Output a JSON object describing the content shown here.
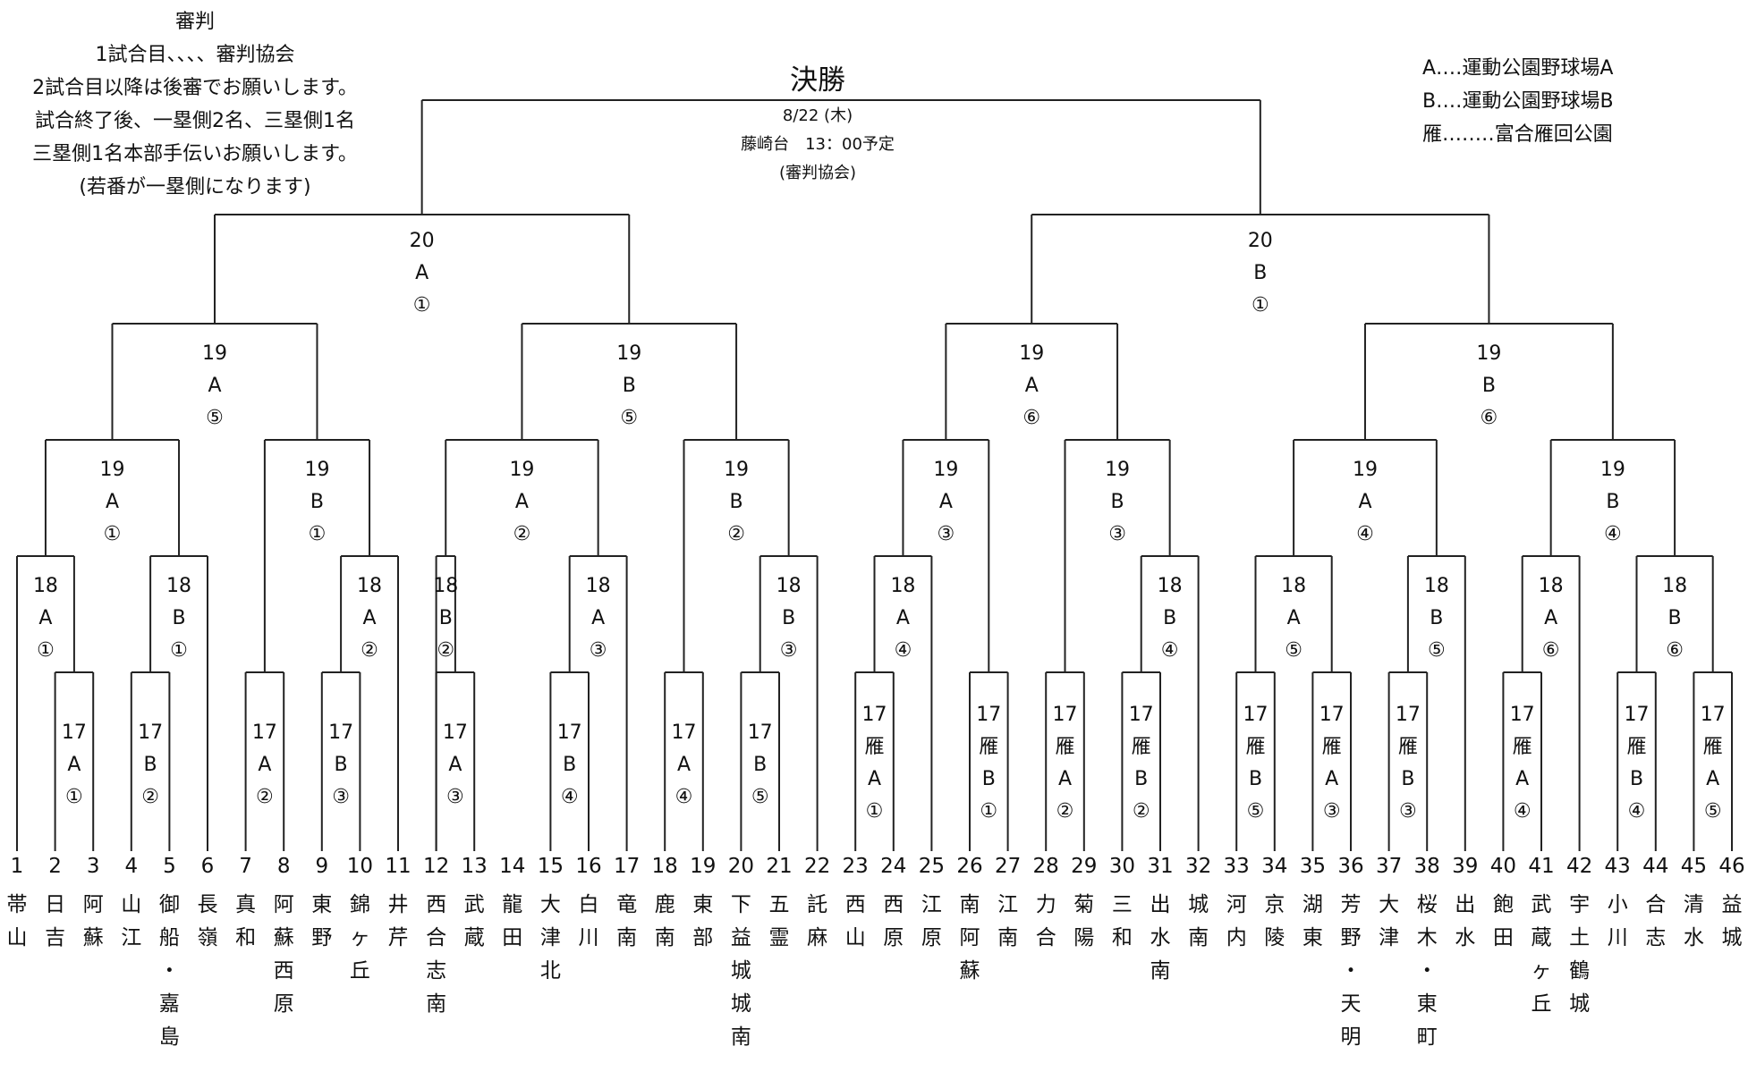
{
  "notes": {
    "lines": [
      "審判",
      "1試合目、、、、審判協会",
      "2試合目以降は後審でお願いします。",
      "試合終了後、一塁側2名、三塁側1名",
      "三塁側1名本部手伝いお願いします。",
      "(若番が一塁側になります)"
    ]
  },
  "legend": {
    "lines": [
      "A‥‥運動公園野球場A",
      "B‥‥運動公園野球場B",
      "雁‥‥‥‥富合雁回公園"
    ]
  },
  "final": {
    "title": "決勝",
    "date": "8/22 (木)",
    "venue_time": "藤崎台　13：00予定",
    "umpire": "(審判協会)"
  },
  "matches": [
    {
      "id": "s1",
      "lines": [
        "20",
        "A",
        "①"
      ]
    },
    {
      "id": "s2",
      "lines": [
        "20",
        "B",
        "①"
      ]
    },
    {
      "id": "q1",
      "lines": [
        "19",
        "A",
        "⑤"
      ]
    },
    {
      "id": "q2",
      "lines": [
        "19",
        "B",
        "⑤"
      ]
    },
    {
      "id": "q3",
      "lines": [
        "19",
        "A",
        "⑥"
      ]
    },
    {
      "id": "q4",
      "lines": [
        "19",
        "B",
        "⑥"
      ]
    },
    {
      "id": "r1",
      "lines": [
        "19",
        "A",
        "①"
      ]
    },
    {
      "id": "r2",
      "lines": [
        "19",
        "B",
        "①"
      ]
    },
    {
      "id": "r3",
      "lines": [
        "19",
        "A",
        "②"
      ]
    },
    {
      "id": "r4",
      "lines": [
        "19",
        "B",
        "②"
      ]
    },
    {
      "id": "r5",
      "lines": [
        "19",
        "A",
        "③"
      ]
    },
    {
      "id": "r6",
      "lines": [
        "19",
        "B",
        "③"
      ]
    },
    {
      "id": "r7",
      "lines": [
        "19",
        "A",
        "④"
      ]
    },
    {
      "id": "r8",
      "lines": [
        "19",
        "B",
        "④"
      ]
    },
    {
      "id": "u1",
      "lines": [
        "18",
        "A",
        "①"
      ]
    },
    {
      "id": "u2",
      "lines": [
        "18",
        "B",
        "①"
      ]
    },
    {
      "id": "u3",
      "lines": [
        "18",
        "A",
        "②"
      ]
    },
    {
      "id": "u4",
      "lines": [
        "18",
        "B",
        "②"
      ]
    },
    {
      "id": "u5",
      "lines": [
        "18",
        "A",
        "③"
      ]
    },
    {
      "id": "u6",
      "lines": [
        "18",
        "B",
        "③"
      ]
    },
    {
      "id": "u7",
      "lines": [
        "18",
        "A",
        "④"
      ]
    },
    {
      "id": "u8",
      "lines": [
        "18",
        "B",
        "④"
      ]
    },
    {
      "id": "u9",
      "lines": [
        "18",
        "A",
        "⑤"
      ]
    },
    {
      "id": "u10",
      "lines": [
        "18",
        "B",
        "⑤"
      ]
    },
    {
      "id": "u11",
      "lines": [
        "18",
        "A",
        "⑥"
      ]
    },
    {
      "id": "u12",
      "lines": [
        "18",
        "B",
        "⑥"
      ]
    },
    {
      "id": "f1",
      "lines": [
        "17",
        "A",
        "①"
      ]
    },
    {
      "id": "f2",
      "lines": [
        "17",
        "B",
        "②"
      ]
    },
    {
      "id": "f3",
      "lines": [
        "17",
        "A",
        "②"
      ]
    },
    {
      "id": "f4",
      "lines": [
        "17",
        "B",
        "③"
      ]
    },
    {
      "id": "f5",
      "lines": [
        "17",
        "A",
        "③"
      ]
    },
    {
      "id": "f6",
      "lines": [
        "17",
        "B",
        "④"
      ]
    },
    {
      "id": "f7",
      "lines": [
        "17",
        "A",
        "④"
      ]
    },
    {
      "id": "f8",
      "lines": [
        "17",
        "B",
        "⑤"
      ]
    },
    {
      "id": "f9",
      "lines": [
        "17",
        "雁",
        "A",
        "①"
      ]
    },
    {
      "id": "f10",
      "lines": [
        "17",
        "雁",
        "B",
        "①"
      ]
    },
    {
      "id": "f11",
      "lines": [
        "17",
        "雁",
        "A",
        "②"
      ]
    },
    {
      "id": "f12",
      "lines": [
        "17",
        "雁",
        "B",
        "②"
      ]
    },
    {
      "id": "f13",
      "lines": [
        "17",
        "雁",
        "B",
        "⑤"
      ]
    },
    {
      "id": "f14",
      "lines": [
        "17",
        "雁",
        "A",
        "③"
      ]
    },
    {
      "id": "f15",
      "lines": [
        "17",
        "雁",
        "B",
        "③"
      ]
    },
    {
      "id": "f16",
      "lines": [
        "17",
        "雁",
        "A",
        "④"
      ]
    },
    {
      "id": "f17",
      "lines": [
        "17",
        "雁",
        "B",
        "④"
      ]
    },
    {
      "id": "f18",
      "lines": [
        "17",
        "雁",
        "A",
        "⑤"
      ]
    }
  ],
  "teams": [
    {
      "no": "1",
      "name": "帯山"
    },
    {
      "no": "2",
      "name": "日吉"
    },
    {
      "no": "3",
      "name": "阿蘇"
    },
    {
      "no": "4",
      "name": "山江"
    },
    {
      "no": "5",
      "name": "御船・嘉島"
    },
    {
      "no": "6",
      "name": "長嶺"
    },
    {
      "no": "7",
      "name": "真和"
    },
    {
      "no": "8",
      "name": "阿蘇西原"
    },
    {
      "no": "9",
      "name": "東野"
    },
    {
      "no": "10",
      "name": "錦ヶ丘"
    },
    {
      "no": "11",
      "name": "井芹"
    },
    {
      "no": "12",
      "name": "西合志南"
    },
    {
      "no": "13",
      "name": "武蔵"
    },
    {
      "no": "14",
      "name": "龍田"
    },
    {
      "no": "15",
      "name": "大津北"
    },
    {
      "no": "16",
      "name": "白川"
    },
    {
      "no": "17",
      "name": "竜南"
    },
    {
      "no": "18",
      "name": "鹿南"
    },
    {
      "no": "19",
      "name": "東部"
    },
    {
      "no": "20",
      "name": "下益城城南"
    },
    {
      "no": "21",
      "name": "五霊"
    },
    {
      "no": "22",
      "name": "託麻"
    },
    {
      "no": "23",
      "name": "西山"
    },
    {
      "no": "24",
      "name": "西原"
    },
    {
      "no": "25",
      "name": "江原"
    },
    {
      "no": "26",
      "name": "南阿蘇"
    },
    {
      "no": "27",
      "name": "江南"
    },
    {
      "no": "28",
      "name": "力合"
    },
    {
      "no": "29",
      "name": "菊陽"
    },
    {
      "no": "30",
      "name": "三和"
    },
    {
      "no": "31",
      "name": "出水南"
    },
    {
      "no": "32",
      "name": "城南"
    },
    {
      "no": "33",
      "name": "河内"
    },
    {
      "no": "34",
      "name": "京陵"
    },
    {
      "no": "35",
      "name": "湖東"
    },
    {
      "no": "36",
      "name": "芳野・天明"
    },
    {
      "no": "37",
      "name": "大津"
    },
    {
      "no": "38",
      "name": "桜木・東町"
    },
    {
      "no": "39",
      "name": "出水"
    },
    {
      "no": "40",
      "name": "飽田"
    },
    {
      "no": "41",
      "name": "武蔵ヶ丘"
    },
    {
      "no": "42",
      "name": "宇土鶴城"
    },
    {
      "no": "43",
      "name": "小川"
    },
    {
      "no": "44",
      "name": "合志"
    },
    {
      "no": "45",
      "name": "清水"
    },
    {
      "no": "46",
      "name": "益城"
    }
  ]
}
